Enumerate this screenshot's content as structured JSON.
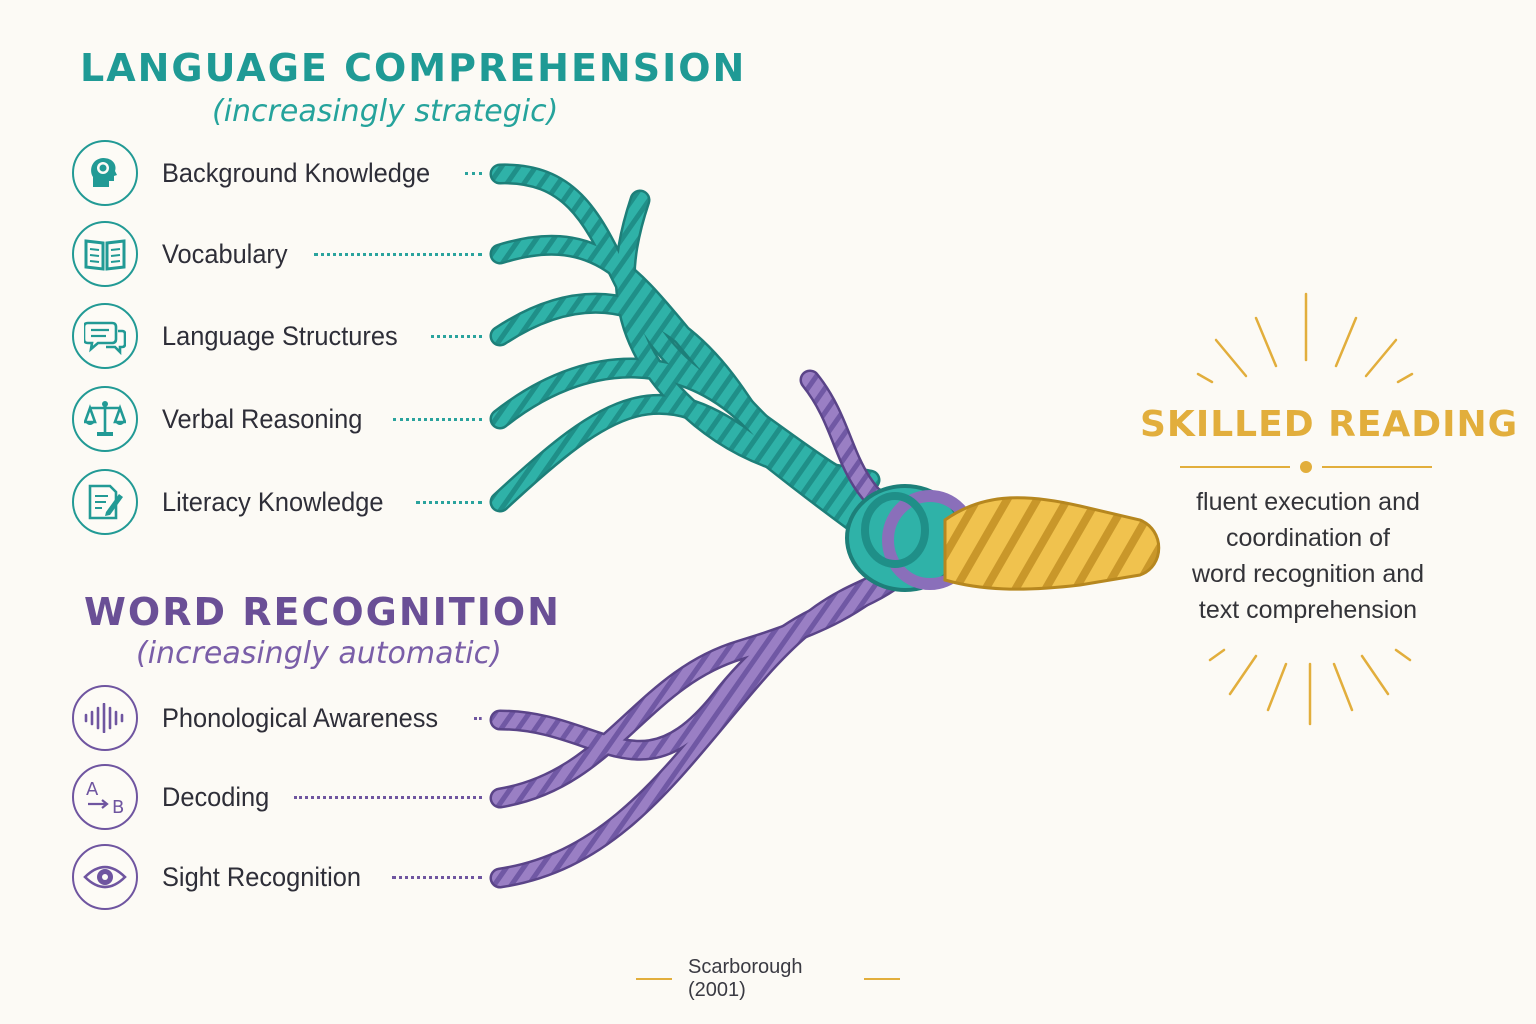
{
  "language_comprehension": {
    "title": "LANGUAGE COMPREHENSION",
    "subtitle": "(increasingly strategic)",
    "color": "#1f9a95",
    "items": [
      {
        "label": "Background Knowledge",
        "icon": "head-lightbulb-icon"
      },
      {
        "label": "Vocabulary",
        "icon": "open-book-icon"
      },
      {
        "label": "Language Structures",
        "icon": "speech-bubbles-icon"
      },
      {
        "label": "Verbal Reasoning",
        "icon": "balance-scale-icon"
      },
      {
        "label": "Literacy Knowledge",
        "icon": "document-pen-icon"
      }
    ]
  },
  "word_recognition": {
    "title": "WORD RECOGNITION",
    "subtitle": "(increasingly automatic)",
    "color": "#6a4f96",
    "items": [
      {
        "label": "Phonological Awareness",
        "icon": "sound-wave-icon"
      },
      {
        "label": "Decoding",
        "icon": "a-to-b-icon"
      },
      {
        "label": "Sight Recognition",
        "icon": "eye-icon"
      }
    ]
  },
  "skilled_reading": {
    "title": "SKILLED READING",
    "description_lines": [
      "fluent execution and",
      "coordination of",
      "word recognition and",
      "text comprehension"
    ],
    "color": "#e2ae3c"
  },
  "citation": "Scarborough (2001)"
}
